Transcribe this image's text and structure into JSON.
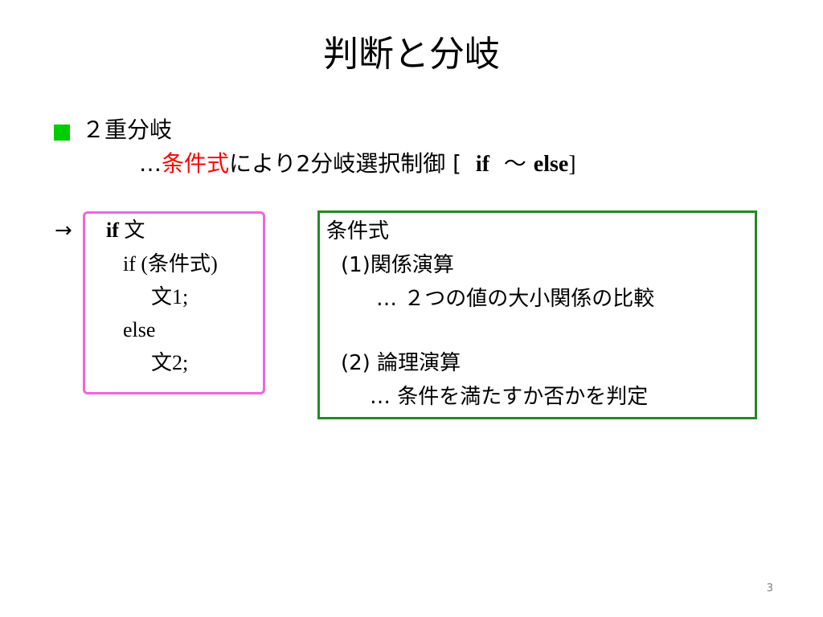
{
  "slide": {
    "title": "判断と分岐",
    "bullet": {
      "color": "#00cc00",
      "text": "２重分岐"
    },
    "subline": {
      "prefix": "…",
      "highlight": "条件式",
      "highlight_color": "#ff0000",
      "middle": "により2分岐選択制御 [",
      "kw_if": "if",
      "tilde": "～",
      "kw_else": "else",
      "close": "]"
    },
    "arrow": "→",
    "code": {
      "border_color": "#ee66dd",
      "line1_kw": "if",
      "line1_jp": "文",
      "line2_a": "if (",
      "line2_jp": "条件式",
      "line2_b": ")",
      "line3_jp": "文",
      "line3_b": "1;",
      "line4": "else",
      "line5_jp": "文",
      "line5_b": "2;"
    },
    "info": {
      "border_color": "#228b22",
      "heading": "条件式",
      "item1": "(1)関係演算",
      "item1_desc": "… ２つの値の大小関係の比較",
      "item2": "(2) 論理演算",
      "item2_desc": "… 条件を満たすか否かを判定"
    },
    "page_number": "3"
  }
}
